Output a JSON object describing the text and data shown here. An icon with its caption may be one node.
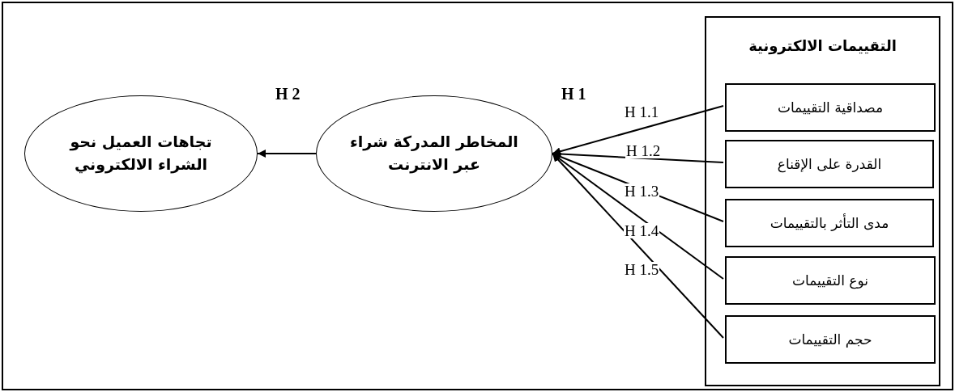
{
  "diagram": {
    "nodes": [
      {
        "text": [
          "تجاهات العميل نحو الشراء الالكتروني"
        ]
      },
      {
        "text": [
          "المخاطر المدركة شراء عبر الانترنت"
        ]
      },
      {
        "text": [
          "التقييمات الالكترونية"
        ]
      },
      {
        "text": [
          "مصداقية التقييمات"
        ],
        "in": 2
      },
      {
        "text": [
          "القدرة على الإقناع"
        ],
        "in": 2
      },
      {
        "text": [
          "مدى التأثر بالتقييمات"
        ],
        "in": 2
      },
      {
        "text": [
          "نوع التقييمات"
        ],
        "in": 2
      },
      {
        "text": [
          "حجم التقييمات"
        ],
        "in": 2
      }
    ],
    "edges": [
      {
        "from": 1,
        "to": 0,
        "arrow": "to"
      },
      {
        "from": 3,
        "to": 1,
        "arrow": "to",
        "label": "H 1.1"
      },
      {
        "from": 4,
        "to": 1,
        "arrow": "to",
        "label": "H 1.2"
      },
      {
        "from": 5,
        "to": 1,
        "arrow": "to",
        "label": "H 1.3"
      },
      {
        "from": 6,
        "to": 1,
        "arrow": "to",
        "label": "H 1.4"
      },
      {
        "from": 7,
        "to": 1,
        "arrow": "to",
        "label": "H 1.5"
      }
    ],
    "labels": [
      "H 2",
      "H 1"
    ]
  }
}
